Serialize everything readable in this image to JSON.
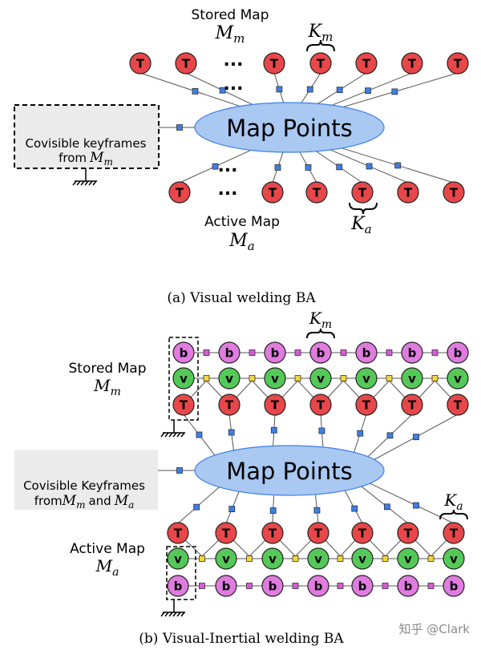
{
  "colors": {
    "t_node": "#e8474a",
    "b_node": "#e07be0",
    "v_node": "#55c958",
    "map_points": "#a9c8f2",
    "edge_square": "#3d7fe6",
    "b_square": "#d85ad8",
    "v_square": "#f5d73a",
    "box_fill": "#ebebeb"
  },
  "panel_a": {
    "stored_map_label": "Stored Map",
    "stored_map_symbol": "M",
    "stored_map_sub": "m",
    "km_symbol": "K",
    "km_sub": "m",
    "map_points_label": "Map Points",
    "covisible_line1": "Covisible keyframes",
    "covisible_line2": "from",
    "covisible_symbol": "M",
    "covisible_sub": "m",
    "active_map_label": "Active Map",
    "active_map_symbol": "M",
    "active_map_sub": "a",
    "ka_symbol": "K",
    "ka_sub": "a",
    "caption": "(a) Visual welding BA",
    "ellipsis": "...",
    "node_letter": "T"
  },
  "panel_b": {
    "stored_map_label": "Stored Map",
    "stored_map_symbol": "M",
    "stored_map_sub": "m",
    "km_symbol": "K",
    "km_sub": "m",
    "map_points_label": "Map Points",
    "covisible_line1": "Covisible Keyframes",
    "covisible_from": "from",
    "covisible_and": "and",
    "covisible_m": "M",
    "covisible_m_sub": "m",
    "covisible_a": "M",
    "covisible_a_sub": "a",
    "active_map_label": "Active Map",
    "active_map_symbol": "M",
    "active_map_sub": "a",
    "ka_symbol": "K",
    "ka_sub": "a",
    "caption": "(b) Visual-Inertial welding BA",
    "letter_t": "T",
    "letter_b": "b",
    "letter_v": "v"
  },
  "watermark": "知乎 @Clark"
}
